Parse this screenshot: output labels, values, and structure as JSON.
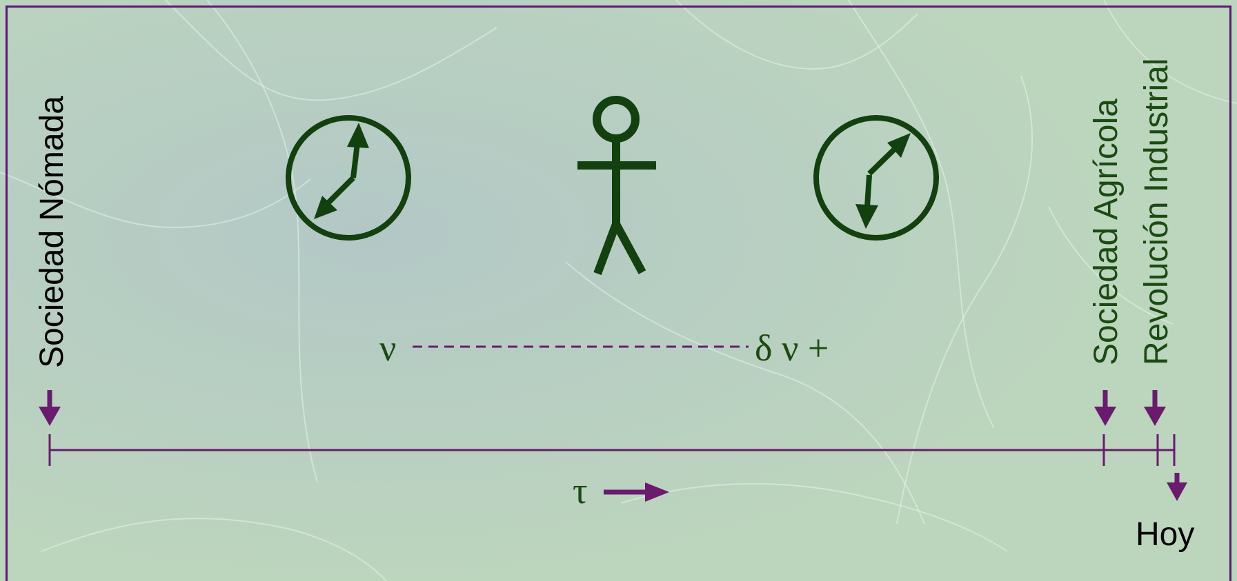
{
  "labels": {
    "nomada": "Sociedad Nómada",
    "agricola": "Sociedad Agrícola",
    "industrial": "Revolución Industrial",
    "hoy": "Hoy"
  },
  "symbols": {
    "nu_left": "ν",
    "delta_nu_plus": "δ ν +",
    "tau": "τ"
  },
  "colors": {
    "background": "#b9d2c0",
    "timeline": "#6a1b6e",
    "figure_green": "#12400f",
    "frame": "#5a1a6e",
    "agricola_text": "#1b4a12",
    "industrial_text": "#1b4a12",
    "nomada_text": "#000000"
  },
  "icons": [
    "clock-icon",
    "stick-figure-icon",
    "clock-icon",
    "down-arrow-icon",
    "right-arrow-icon"
  ]
}
